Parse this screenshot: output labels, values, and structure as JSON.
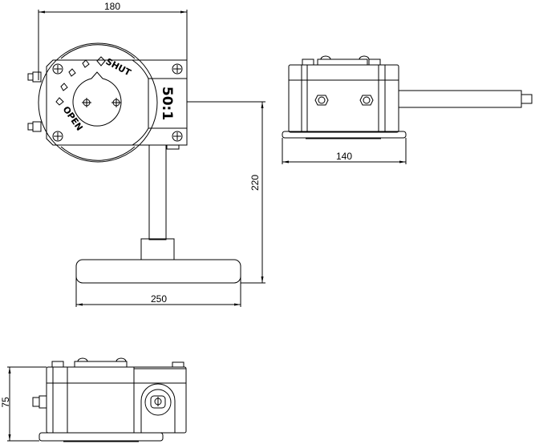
{
  "drawing": {
    "front_view": {
      "width_dim": "180",
      "height_dim": "220",
      "handwheel_dim": "250",
      "label_shut": "SHUT",
      "label_open": "OPEN",
      "gear_ratio": "50:1"
    },
    "side_view": {
      "width_dim": "140"
    },
    "bottom_view": {
      "height_dim": "75"
    }
  }
}
